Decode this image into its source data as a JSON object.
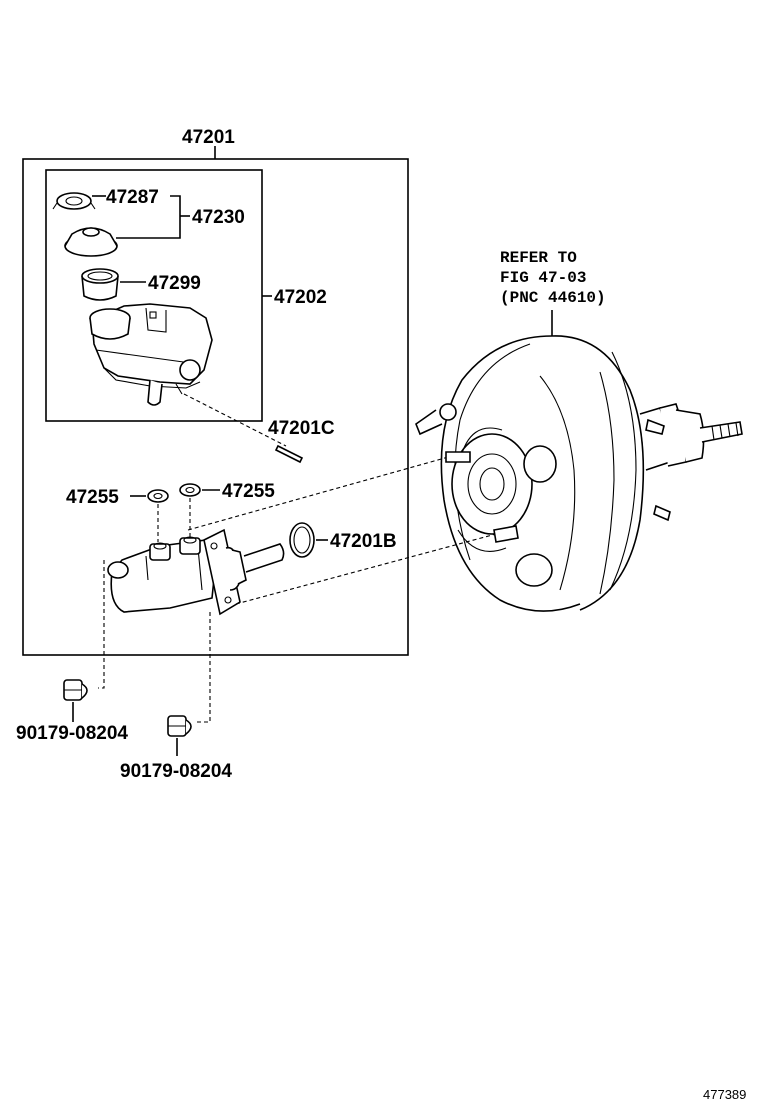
{
  "callouts": {
    "assembly": "47201",
    "reservoir_set": "47202",
    "gasket": "47287",
    "cap_set": "47230",
    "strainer": "47299",
    "pin": "47201C",
    "grommet_left": "47255",
    "grommet_right": "47255",
    "o_ring": "47201B",
    "nut_left": "90179-08204",
    "nut_right": "90179-08204"
  },
  "booster_ref": {
    "line1": "REFER TO",
    "line2": "FIG 47-03",
    "line3": "(PNC 44610)"
  },
  "figure_number": "477389"
}
